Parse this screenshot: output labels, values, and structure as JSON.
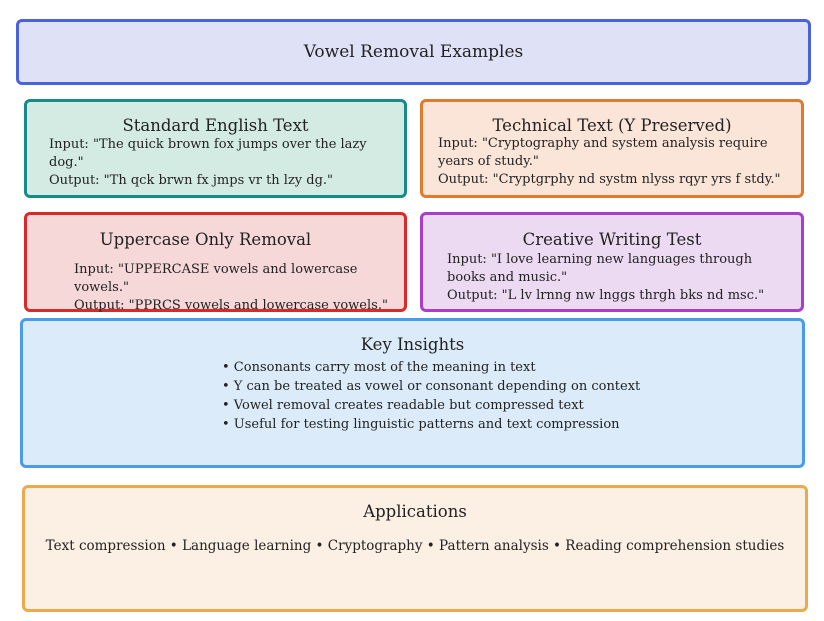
{
  "title": "Vowel Removal Examples",
  "cards": {
    "standard": {
      "heading": "Standard English Text",
      "input": "Input: \"The quick brown fox jumps over the lazy dog.\"",
      "output": "Output: \"Th qck brwn fx jmps vr th lzy dg.\""
    },
    "technical": {
      "heading": "Technical Text (Y Preserved)",
      "input": "Input: \"Cryptography and system analysis require years of study.\"",
      "output": "Output: \"Cryptgrphy nd systm nlyss rqyr yrs f stdy.\""
    },
    "uppercase": {
      "heading": "Uppercase Only Removal",
      "input": "Input: \"UPPERCASE vowels and lowercase vowels.\"",
      "output": "Output: \"PPRCS vowels and lowercase vowels.\""
    },
    "creative": {
      "heading": "Creative Writing Test",
      "input": "Input: \"I love learning new languages through books and music.\"",
      "output": "Output: \"L lv lrnng nw lnggs thrgh bks nd msc.\""
    }
  },
  "insights": {
    "heading": "Key Insights",
    "items": [
      "• Consonants carry most of the meaning in text",
      "• Y can be treated as vowel or consonant depending on context",
      "• Vowel removal creates readable but compressed text",
      "• Useful for testing linguistic patterns and text compression"
    ]
  },
  "applications": {
    "heading": "Applications",
    "text": "Text compression • Language learning • Cryptography • Pattern analysis • Reading comprehension studies"
  }
}
